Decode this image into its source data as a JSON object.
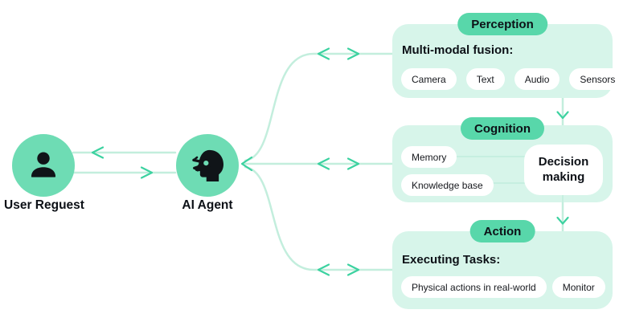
{
  "nodes": {
    "user": {
      "label": "User Reguest",
      "icon": "user-icon"
    },
    "agent": {
      "label": "AI Agent",
      "icon": "ai-head-icon"
    }
  },
  "panels": {
    "perception": {
      "badge": "Perception",
      "heading": "Multi-modal fusion:",
      "pills": [
        "Camera",
        "Text",
        "Audio",
        "Sensors"
      ]
    },
    "cognition": {
      "badge": "Cognition",
      "pills": [
        "Memory",
        "Knowledge base"
      ],
      "decision_label": "Decision making"
    },
    "action": {
      "badge": "Action",
      "heading": "Executing Tasks:",
      "pills": [
        "Physical actions in real-world",
        "Monitor"
      ]
    }
  },
  "colors": {
    "node_circle": "#6edcb4",
    "badge": "#58d7aa",
    "panel_bg": "#d7f5ea",
    "line": "#c3eedd",
    "chevron": "#3cd2a0",
    "pill_bg": "#ffffff",
    "text": "#0d1117"
  }
}
